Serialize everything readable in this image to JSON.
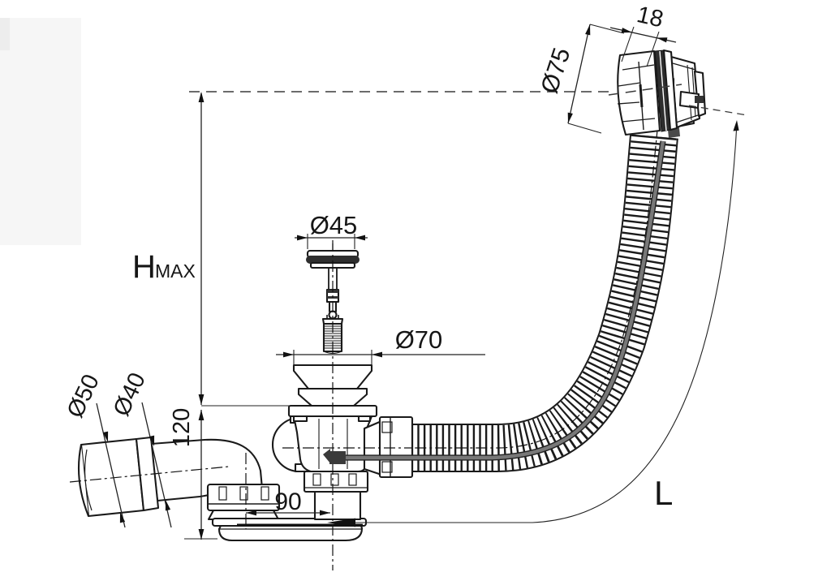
{
  "diagram": {
    "type": "technical-dimension-drawing",
    "subject": "bath waste and overflow set with flexible hose, trap and side outlet",
    "dimensions": {
      "overflow_diameter": "Ø75",
      "overflow_depth": "18",
      "plug_diameter": "Ø45",
      "flange_diameter": "Ø70",
      "outlet_sleeve_diameter": "Ø50",
      "outlet_pipe_diameter": "Ø40",
      "trap_height": "120",
      "center_offset": "90",
      "hose_length_symbol": "L",
      "height_max_symbol": "H",
      "height_max_subscript": "MAX"
    },
    "colors": {
      "line": "#1a1a1a",
      "dimension": "#222222",
      "cable_dark": "#3a3a3a",
      "cable_gray": "#787878",
      "gasket_dark": "#2e2e2e",
      "background": "#ffffff",
      "scan_shadow": "#f6f6f6"
    }
  }
}
